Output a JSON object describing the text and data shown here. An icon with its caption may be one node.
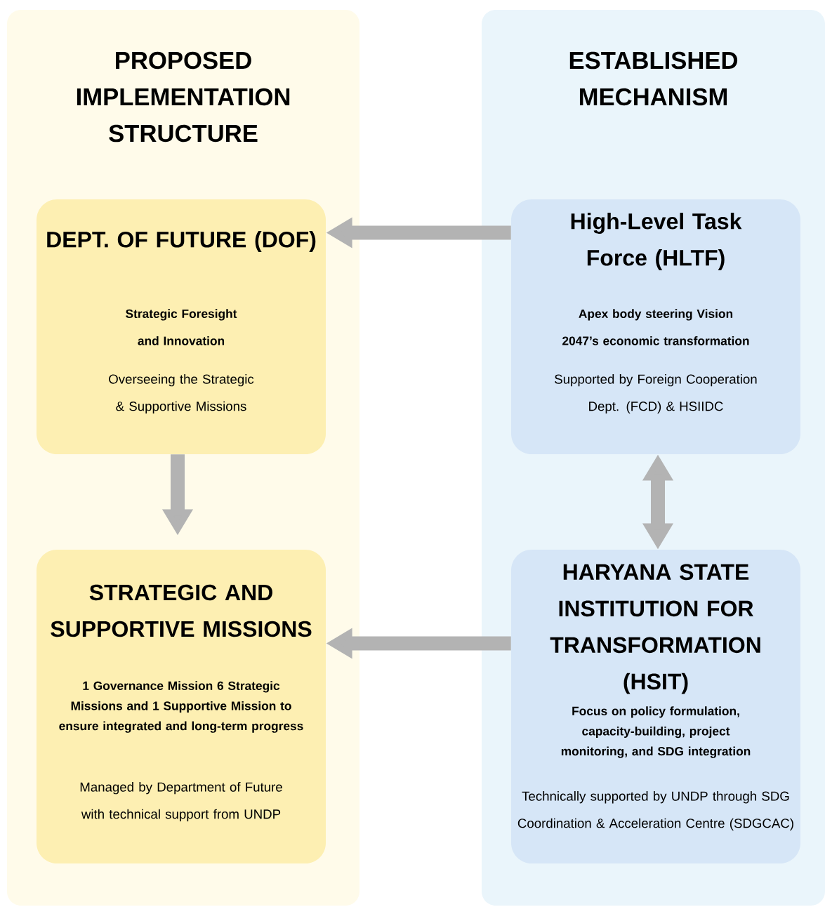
{
  "diagram": {
    "nodes": [
      {
        "text": [
          "PROPOSED IMPLEMENTATION STRUCTURE"
        ]
      },
      {
        "text": [
          "DEPT. OF FUTURE (DOF)",
          "Strategic Foresight and Innovation",
          "Overseeing the Strategic & Supportive Missions"
        ],
        "in": 0
      },
      {
        "text": [
          "STRATEGIC AND SUPPORTIVE MISSIONS",
          "1 Governance Mission 6 Strategic Missions and 1 Supportive Mission to ensure integrated and long-term progress",
          "Managed by Department of Future with technical support from UNDP"
        ],
        "in": 0
      },
      {
        "text": [
          "ESTABLISHED MECHANISM"
        ]
      },
      {
        "text": [
          "High-Level Task Force (HLTF)",
          "Apex body steering Vision 2047’s economic transformation",
          "Supported by Foreign Cooperation Dept. (FCD) & HSIIDC"
        ],
        "in": 3
      },
      {
        "text": [
          "HARYANA STATE INSTITUTION FOR TRANSFORMATION (HSIT)",
          "Focus on policy formulation, capacity-building, project monitoring, and SDG integration",
          "Technically supported by UNDP through SDG Coordination & Acceleration Centre (SDGCAC)"
        ],
        "in": 3
      }
    ],
    "edges": [
      {
        "from": 4,
        "to": 1,
        "arrow": "to"
      },
      {
        "from": 1,
        "to": 2,
        "arrow": "to"
      },
      {
        "from": 4,
        "to": 5,
        "arrow": "both"
      },
      {
        "from": 5,
        "to": 2,
        "arrow": "to"
      }
    ]
  }
}
